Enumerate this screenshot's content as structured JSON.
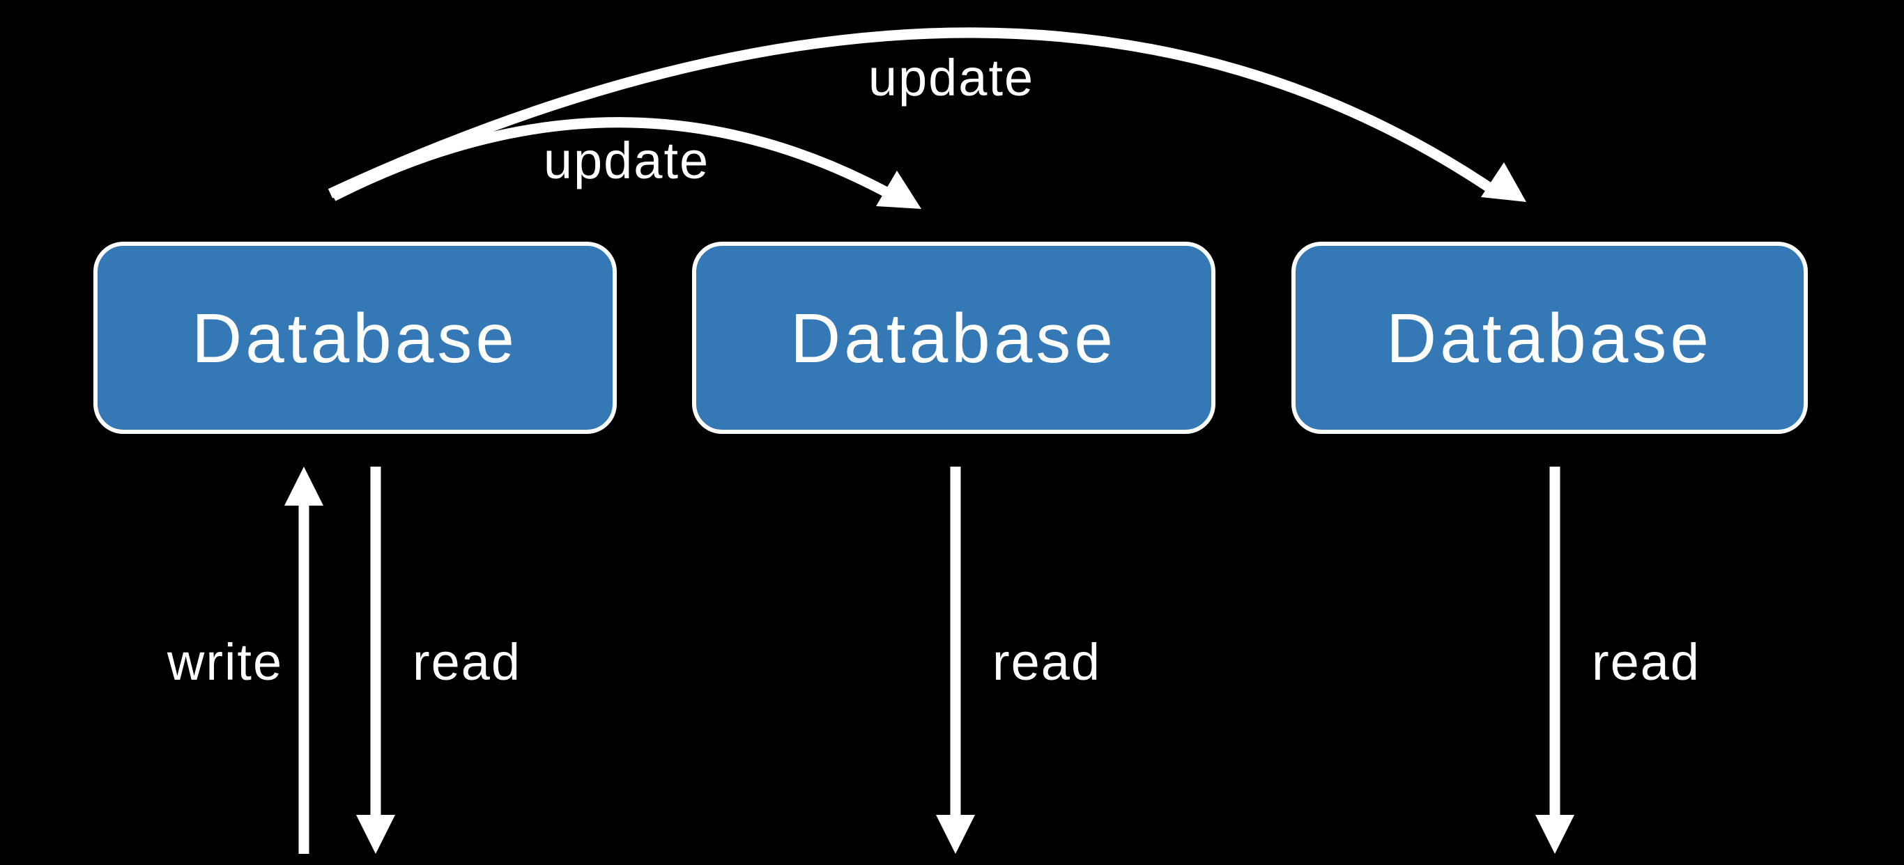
{
  "diagram": {
    "colors": {
      "background": "#000000",
      "node_fill": "#3478b5",
      "node_stroke": "#ffffff",
      "arrow": "#ffffff",
      "label": "#ffffff"
    },
    "nodes": [
      {
        "id": "database-1",
        "label": "Database"
      },
      {
        "id": "database-2",
        "label": "Database"
      },
      {
        "id": "database-3",
        "label": "Database"
      }
    ],
    "edges": [
      {
        "id": "update-db1-to-db3",
        "label": "update",
        "type": "curved-arrow"
      },
      {
        "id": "update-db1-to-db2",
        "label": "update",
        "type": "curved-arrow"
      },
      {
        "id": "write-to-db1",
        "label": "write",
        "type": "up-arrow"
      },
      {
        "id": "read-from-db1",
        "label": "read",
        "type": "down-arrow"
      },
      {
        "id": "read-from-db2",
        "label": "read",
        "type": "down-arrow"
      },
      {
        "id": "read-from-db3",
        "label": "read",
        "type": "down-arrow"
      }
    ]
  }
}
